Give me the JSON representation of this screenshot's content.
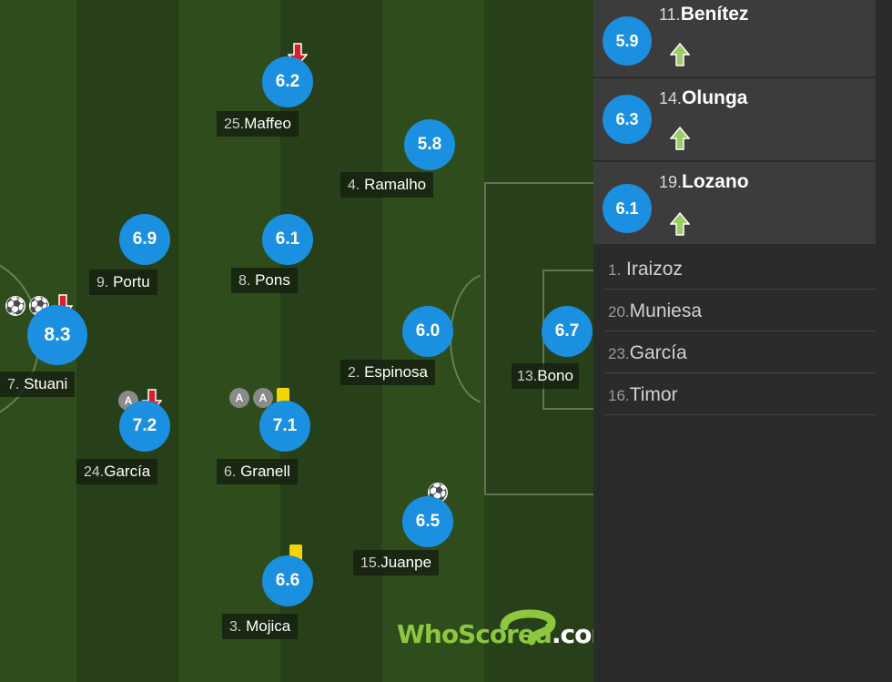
{
  "pitch": {
    "players": [
      {
        "id": "maffeo",
        "num": "25.",
        "name": "Maffeo",
        "rating": "6.2",
        "icons": [
          "subbed-off-icon"
        ]
      },
      {
        "id": "ramalho",
        "num": "4.",
        "name": "Ramalho",
        "rating": "5.8",
        "icons": []
      },
      {
        "id": "portu",
        "num": "9.",
        "name": "Portu",
        "rating": "6.9",
        "icons": []
      },
      {
        "id": "pons",
        "num": "8.",
        "name": "Pons",
        "rating": "6.1",
        "icons": []
      },
      {
        "id": "stuani",
        "num": "7.",
        "name": "Stuani",
        "rating": "8.3",
        "icons": [
          "goal-icon",
          "goal-icon",
          "subbed-off-icon"
        ]
      },
      {
        "id": "espinosa",
        "num": "2.",
        "name": "Espinosa",
        "rating": "6.0",
        "icons": []
      },
      {
        "id": "bono",
        "num": "13.",
        "name": "Bono",
        "rating": "6.7",
        "icons": []
      },
      {
        "id": "garcia",
        "num": "24.",
        "name": "García",
        "rating": "7.2",
        "icons": [
          "assist-icon",
          "subbed-off-icon"
        ]
      },
      {
        "id": "granell",
        "num": "6.",
        "name": "Granell",
        "rating": "7.1",
        "icons": [
          "assist-icon",
          "assist-icon",
          "yellow-card-icon"
        ]
      },
      {
        "id": "juanpe",
        "num": "15.",
        "name": "Juanpe",
        "rating": "6.5",
        "icons": [
          "goal-icon"
        ]
      },
      {
        "id": "mojica",
        "num": "3.",
        "name": "Mojica",
        "rating": "6.6",
        "icons": [
          "yellow-card-icon"
        ]
      }
    ],
    "assist_letter": "A",
    "logo": {
      "prefix": "WhoScored",
      "suffix": ".com"
    }
  },
  "subs": [
    {
      "num": "11.",
      "name": "Benítez",
      "rating": "5.9"
    },
    {
      "num": "14.",
      "name": "Olunga",
      "rating": "6.3"
    },
    {
      "num": "19.",
      "name": "Lozano",
      "rating": "6.1"
    }
  ],
  "bench": [
    {
      "num": "1.",
      "name": "Iraizoz"
    },
    {
      "num": "20.",
      "name": "Muniesa"
    },
    {
      "num": "23.",
      "name": "García"
    },
    {
      "num": "16.",
      "name": "Timor"
    }
  ],
  "colors": {
    "rating_bg": "#1b8fe0",
    "sub_arrow": "#9ccc65",
    "off_arrow": "#d9202a",
    "card": "#f5d400"
  }
}
